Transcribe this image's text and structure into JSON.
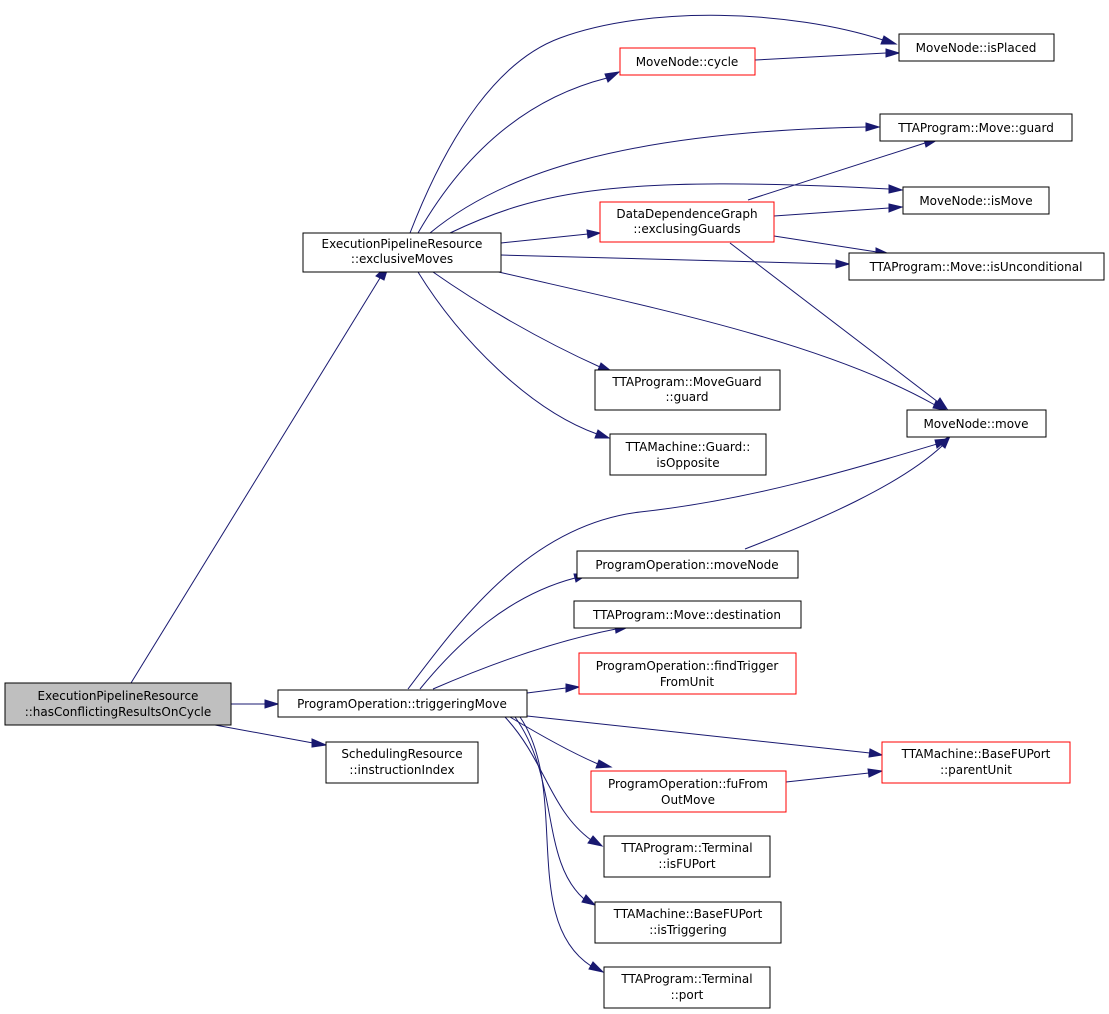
{
  "nodes": {
    "root": {
      "line1": "ExecutionPipelineResource",
      "line2": "::hasConflictingResultsOnCycle"
    },
    "exclusiveMoves": {
      "line1": "ExecutionPipelineResource",
      "line2": "::exclusiveMoves"
    },
    "triggeringMove": {
      "line1": "ProgramOperation::triggeringMove"
    },
    "instructionIndex": {
      "line1": "SchedulingResource",
      "line2": "::instructionIndex"
    },
    "cycle": {
      "line1": "MoveNode::cycle"
    },
    "isPlaced": {
      "line1": "MoveNode::isPlaced"
    },
    "moveGuard": {
      "line1": "TTAProgram::Move::guard"
    },
    "isMove": {
      "line1": "MoveNode::isMove"
    },
    "exclusingGuards": {
      "line1": "DataDependenceGraph",
      "line2": "::exclusingGuards"
    },
    "isUnconditional": {
      "line1": "TTAProgram::Move::isUnconditional"
    },
    "moveGuardGuard": {
      "line1": "TTAProgram::MoveGuard",
      "line2": "::guard"
    },
    "isOpposite": {
      "line1": "TTAMachine::Guard::",
      "line2": "isOpposite"
    },
    "moveNodeMove": {
      "line1": "MoveNode::move"
    },
    "moveNode": {
      "line1": "ProgramOperation::moveNode"
    },
    "destination": {
      "line1": "TTAProgram::Move::destination"
    },
    "findTrigger": {
      "line1": "ProgramOperation::findTrigger",
      "line2": "FromUnit"
    },
    "parentUnit": {
      "line1": "TTAMachine::BaseFUPort",
      "line2": "::parentUnit"
    },
    "fuFromOutMove": {
      "line1": "ProgramOperation::fuFrom",
      "line2": "OutMove"
    },
    "isFUPort": {
      "line1": "TTAProgram::Terminal",
      "line2": "::isFUPort"
    },
    "isTriggering": {
      "line1": "TTAMachine::BaseFUPort",
      "line2": "::isTriggering"
    },
    "port": {
      "line1": "TTAProgram::Terminal",
      "line2": "::port"
    }
  },
  "colors": {
    "edge": "#191970",
    "root_fill": "#bfbfbf",
    "node_border": "#000000",
    "incomplete_border": "#ff0000"
  }
}
